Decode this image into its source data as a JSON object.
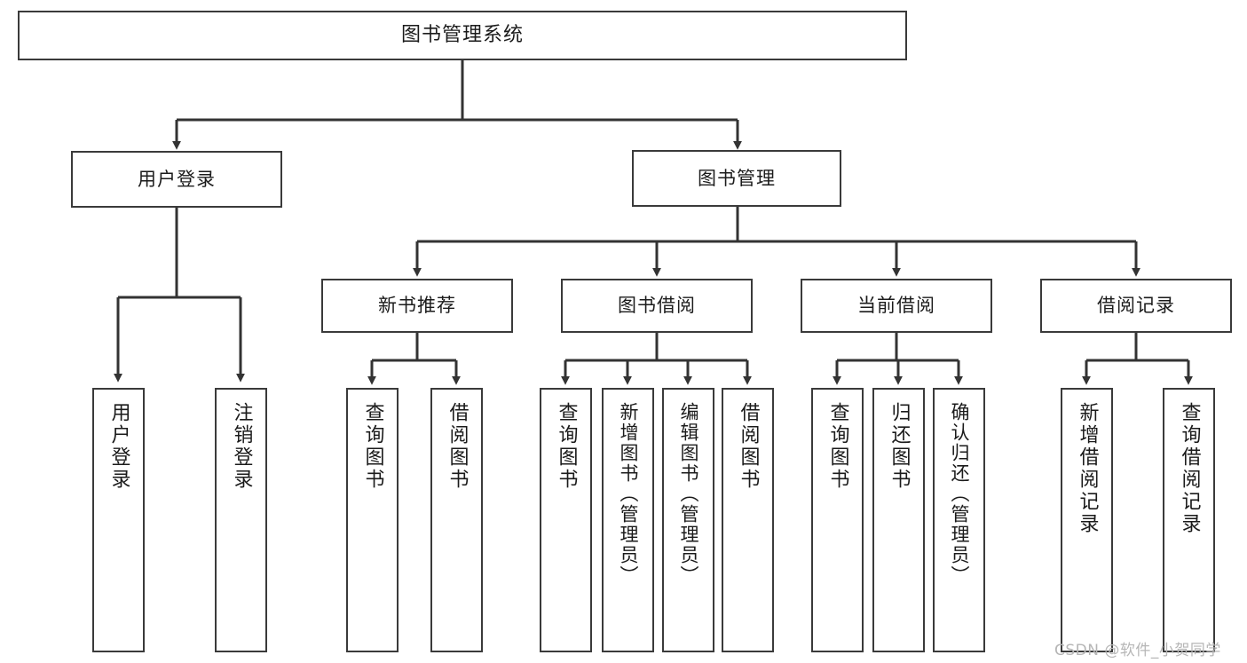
{
  "diagram": {
    "title": "图书管理系统",
    "type": "hierarchy-tree",
    "colors": {
      "box_border": "#3a3a3a",
      "box_fill": "#ffffff",
      "connector": "#333333",
      "text": "#1b1b1b",
      "watermark": "#b6b6b6",
      "background": "#ffffff"
    },
    "root": {
      "label": "图书管理系统"
    },
    "level1": [
      {
        "label": "用户登录"
      },
      {
        "label": "图书管理"
      }
    ],
    "level2": [
      {
        "label": "新书推荐"
      },
      {
        "label": "图书借阅"
      },
      {
        "label": "当前借阅"
      },
      {
        "label": "借阅记录"
      }
    ],
    "leaves": {
      "user_login": [
        {
          "label": "用户登录"
        },
        {
          "label": "注销登录"
        }
      ],
      "new_book_recommend": [
        {
          "label": "查询图书"
        },
        {
          "label": "借阅图书"
        }
      ],
      "book_borrow": [
        {
          "label": "查询图书"
        },
        {
          "label": "新增图书（管理员）"
        },
        {
          "label": "编辑图书（管理员）"
        },
        {
          "label": "借阅图书"
        }
      ],
      "current_borrow": [
        {
          "label": "查询图书"
        },
        {
          "label": "归还图书"
        },
        {
          "label": "确认归还（管理员）"
        }
      ],
      "borrow_records": [
        {
          "label": "新增借阅记录"
        },
        {
          "label": "查询借阅记录"
        }
      ]
    }
  },
  "watermark": {
    "text": "CSDN @软件_小贺同学"
  }
}
